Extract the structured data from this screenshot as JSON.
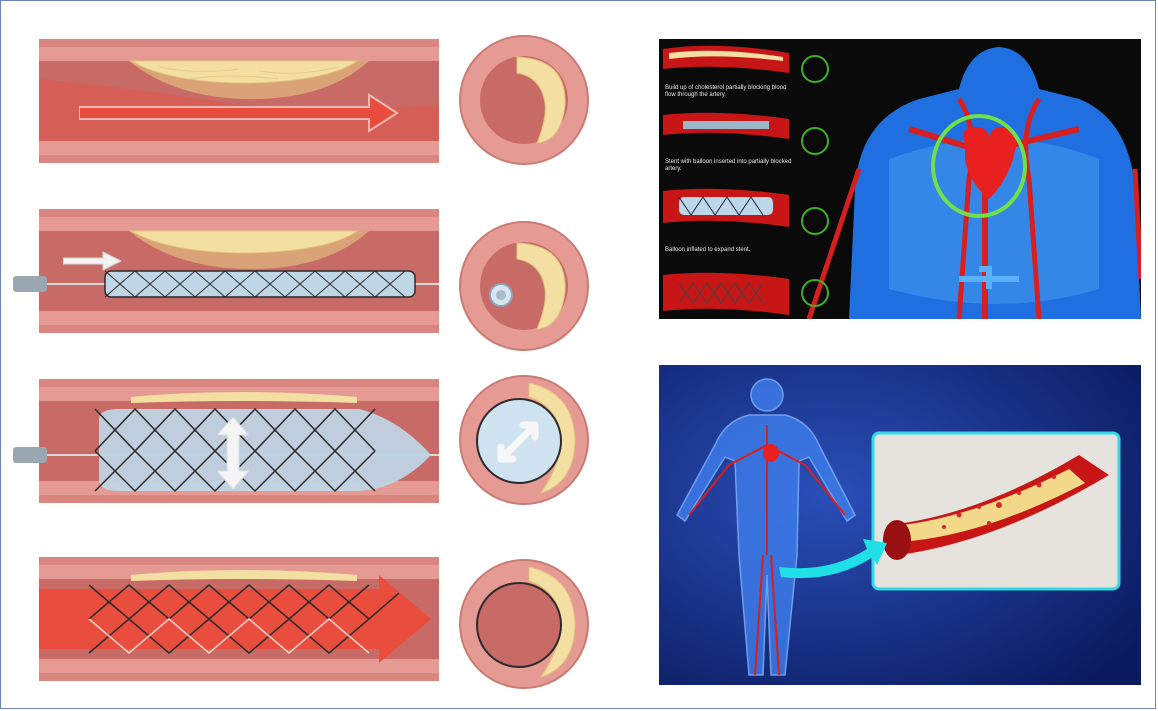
{
  "stent_panel": {
    "captions": [
      "Build up of cholesterol partially blocking blood flow through the artery.",
      "Stent with balloon inserted into partially blocked artery.",
      "Balloon inflated to expand stent."
    ]
  },
  "colors": {
    "vessel_wall": "#e59a94",
    "vessel_lumen": "#c86a66",
    "plaque": "#f4dfa2",
    "blood_arrow": "#ec4a3a",
    "balloon": "#bfd6e6",
    "panel_background": "#0a0a0a",
    "body_blue": "#1f6fe0",
    "artery_red": "#d81f1f",
    "highlight_ring": "#6ee04a",
    "callout_cyan": "#1ee0e6",
    "frame_border": "#6b86b5"
  },
  "icons": [
    "blood-flow-arrow",
    "catheter-direction-arrow",
    "balloon-expansion-arrow",
    "highlight-ring",
    "callout-arrow"
  ]
}
